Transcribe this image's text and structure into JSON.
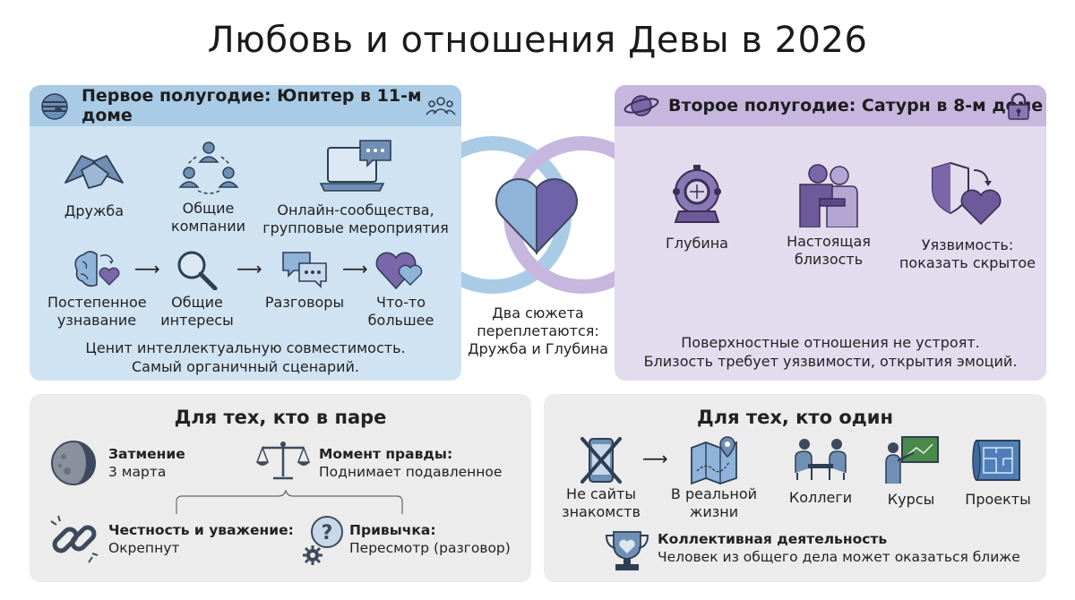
{
  "title": "Любовь и отношения Девы в 2026",
  "first_half": {
    "header": "Первое полугодие: Юпитер в 11-м доме",
    "items_top": [
      {
        "label": "Дружба"
      },
      {
        "label": "Общие компании"
      },
      {
        "label": "Онлайн-сообщества, групповые мероприятия"
      }
    ],
    "chain": [
      {
        "label": "Постепенное узнавание"
      },
      {
        "label": "Общие интересы"
      },
      {
        "label": "Разговоры"
      },
      {
        "label": "Что-то большее"
      }
    ],
    "caption_1": "Ценит интеллектуальную совместимость.",
    "caption_2": "Самый органичный сценарий."
  },
  "center": {
    "text_1": "Два сюжета",
    "text_2": "переплетаются:",
    "text_3": "Дружба и Глубина"
  },
  "second_half": {
    "header": "Второе полугодие: Сатурн в 8-м доме",
    "items": [
      {
        "label_1": "Глубина",
        "label_2": ""
      },
      {
        "label_1": "Настоящая",
        "label_2": "близость"
      },
      {
        "label_1": "Уязвимость:",
        "label_2": "показать скрытое"
      }
    ],
    "caption_1": "Поверхностные отношения не устроят.",
    "caption_2": "Близость требует уязвимости, открытия эмоций."
  },
  "pair": {
    "title": "Для тех, кто в паре",
    "eclipse": {
      "title": "Затмение",
      "text": "3 марта"
    },
    "truth": {
      "title": "Момент правды:",
      "text": "Поднимает подавленное"
    },
    "honesty": {
      "title": "Честность и уважение:",
      "text": "Окрепнут"
    },
    "habit": {
      "title": "Привычка:",
      "text": "Пересмотр (разговор)"
    }
  },
  "single": {
    "title": "Для тех, кто один",
    "items": [
      {
        "label_1": "Не сайты",
        "label_2": "знакомств"
      },
      {
        "label_1": "В реальной",
        "label_2": "жизни"
      },
      {
        "label_1": "Коллеги",
        "label_2": ""
      },
      {
        "label_1": "Курсы",
        "label_2": ""
      },
      {
        "label_1": "Проекты",
        "label_2": ""
      }
    ],
    "collective_title": "Коллективная деятельность",
    "collective_text": "Человек из общего дела может оказаться ближе"
  },
  "colors": {
    "blue_panel": "#cfe3f3",
    "blue_header": "#a9cbe6",
    "purple_panel": "#e3dcee",
    "purple_header": "#c7b7df",
    "gray_panel": "#ececec",
    "icon_blue": "#5b7fa6",
    "icon_purple": "#7a66a8",
    "icon_dark": "#3e4a5c"
  },
  "icons": [
    "jupiter-icon",
    "people-group-icon",
    "handshake-icon",
    "community-icon",
    "laptop-chat-icon",
    "brain-heart-icon",
    "magnifier-icon",
    "chat-bubbles-icon",
    "hearts-icon",
    "heart-icon",
    "saturn-icon",
    "padlock-icon",
    "diving-helmet-icon",
    "embrace-icon",
    "shield-heart-icon",
    "moon-icon",
    "scales-icon",
    "chain-link-icon",
    "question-gear-icon",
    "crossed-phone-icon",
    "map-pin-icon",
    "colleagues-icon",
    "teacher-board-icon",
    "blueprint-icon",
    "trophy-heart-icon"
  ]
}
